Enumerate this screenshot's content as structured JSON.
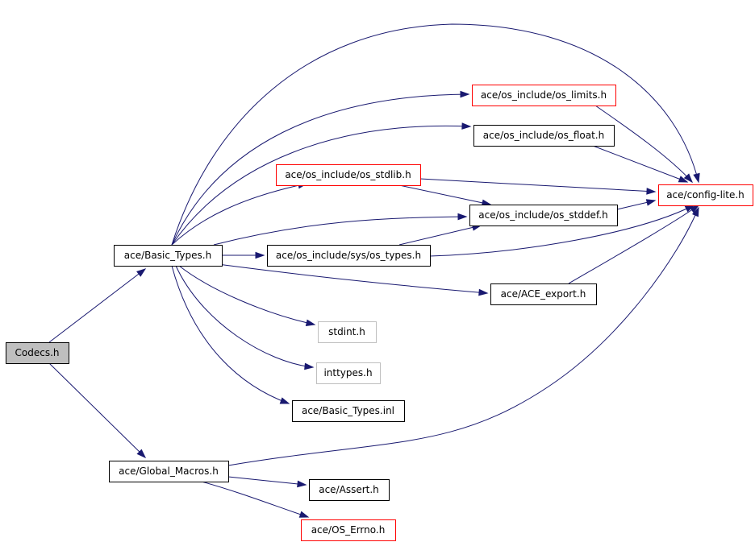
{
  "graph": {
    "nodes": [
      {
        "id": "codecs",
        "label": "Codecs.h",
        "style": "root"
      },
      {
        "id": "basic_types",
        "label": "ace/Basic_Types.h",
        "style": "normal"
      },
      {
        "id": "global_macros",
        "label": "ace/Global_Macros.h",
        "style": "normal"
      },
      {
        "id": "os_limits",
        "label": "ace/os_include/os_limits.h",
        "style": "red"
      },
      {
        "id": "os_float",
        "label": "ace/os_include/os_float.h",
        "style": "normal"
      },
      {
        "id": "os_stdlib",
        "label": "ace/os_include/os_stdlib.h",
        "style": "red"
      },
      {
        "id": "config_lite",
        "label": "ace/config-lite.h",
        "style": "red"
      },
      {
        "id": "os_stddef",
        "label": "ace/os_include/os_stddef.h",
        "style": "normal"
      },
      {
        "id": "sys_os_types",
        "label": "ace/os_include/sys/os_types.h",
        "style": "normal"
      },
      {
        "id": "ace_export",
        "label": "ace/ACE_export.h",
        "style": "normal"
      },
      {
        "id": "stdint",
        "label": "stdint.h",
        "style": "gray"
      },
      {
        "id": "inttypes",
        "label": "inttypes.h",
        "style": "gray"
      },
      {
        "id": "basic_types_inl",
        "label": "ace/Basic_Types.inl",
        "style": "normal"
      },
      {
        "id": "assert",
        "label": "ace/Assert.h",
        "style": "normal"
      },
      {
        "id": "os_errno",
        "label": "ace/OS_Errno.h",
        "style": "red"
      }
    ],
    "edges": [
      {
        "from": "codecs",
        "to": "basic_types"
      },
      {
        "from": "codecs",
        "to": "global_macros"
      },
      {
        "from": "basic_types",
        "to": "config_lite"
      },
      {
        "from": "basic_types",
        "to": "os_limits"
      },
      {
        "from": "basic_types",
        "to": "os_float"
      },
      {
        "from": "basic_types",
        "to": "os_stdlib"
      },
      {
        "from": "basic_types",
        "to": "os_stddef"
      },
      {
        "from": "basic_types",
        "to": "sys_os_types"
      },
      {
        "from": "basic_types",
        "to": "ace_export"
      },
      {
        "from": "basic_types",
        "to": "stdint"
      },
      {
        "from": "basic_types",
        "to": "inttypes"
      },
      {
        "from": "basic_types",
        "to": "basic_types_inl"
      },
      {
        "from": "os_limits",
        "to": "config_lite"
      },
      {
        "from": "os_float",
        "to": "config_lite"
      },
      {
        "from": "os_stdlib",
        "to": "config_lite"
      },
      {
        "from": "os_stdlib",
        "to": "os_stddef"
      },
      {
        "from": "os_stddef",
        "to": "config_lite"
      },
      {
        "from": "sys_os_types",
        "to": "os_stddef"
      },
      {
        "from": "sys_os_types",
        "to": "config_lite"
      },
      {
        "from": "ace_export",
        "to": "config_lite"
      },
      {
        "from": "global_macros",
        "to": "config_lite"
      },
      {
        "from": "global_macros",
        "to": "assert"
      },
      {
        "from": "global_macros",
        "to": "os_errno"
      }
    ],
    "colors": {
      "edge": "#191970",
      "root_fill": "#bfbfbf",
      "red_border": "#ff0000",
      "gray_border": "#bfbfbf"
    }
  }
}
